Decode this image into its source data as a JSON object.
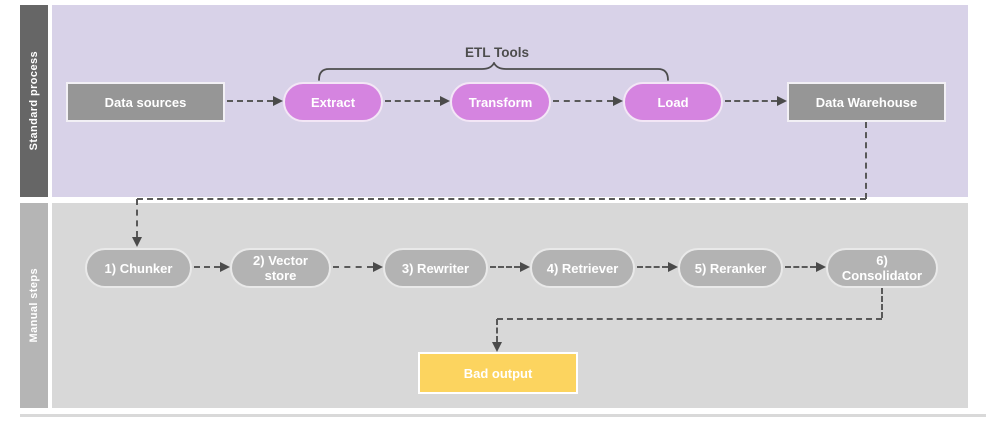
{
  "lanes": {
    "standard": {
      "label": "Standard process"
    },
    "manual": {
      "label": "Manual steps"
    }
  },
  "nodes": {
    "data_sources": "Data sources",
    "extract": "Extract",
    "transform": "Transform",
    "load": "Load",
    "data_warehouse": "Data Warehouse"
  },
  "annotation": {
    "etl_tools": "ETL Tools"
  },
  "manual": {
    "steps": [
      "1) Chunker",
      "2) Vector store",
      "3) Rewriter",
      "4) Retriever",
      "5) Reranker",
      "6) Consolidator"
    ],
    "bad_output": "Bad output"
  },
  "colors": {
    "standard_lane_bg": "#d8d2e8",
    "standard_label_bg": "#666666",
    "manual_lane_bg": "#d8d8d8",
    "manual_label_bg": "#b5b5b5",
    "process_box": "#969696",
    "etl_pill": "#d584e0",
    "manual_pill": "#b3b3b3",
    "bad_output": "#fcd45f",
    "connector": "#595959",
    "text_on_nodes": "#ffffff",
    "annotation_text": "#4d4d4d"
  }
}
